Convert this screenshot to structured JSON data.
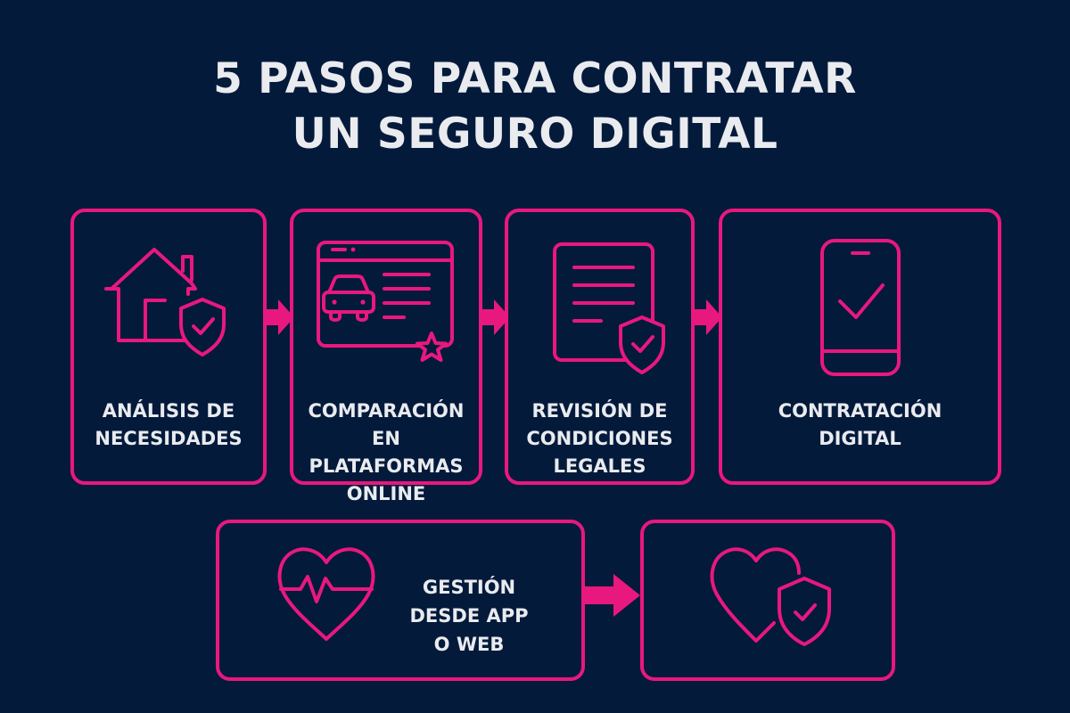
{
  "title": {
    "line1": "5 PASOS PARA CONTRATAR",
    "line2": "UN SEGURO DIGITAL"
  },
  "colors": {
    "background": "#031a3b",
    "accent": "#e8187e",
    "text": "#e9ebef"
  },
  "steps": [
    {
      "icon": "house-shield-icon",
      "label_lines": [
        "ANÁLISIS DE",
        "NECESIDADES"
      ]
    },
    {
      "icon": "browser-car-star-icon",
      "label_lines": [
        "COMPARACIÓN",
        "EN PLATAFORMAS",
        "ONLINE"
      ]
    },
    {
      "icon": "document-shield-icon",
      "label_lines": [
        "REVISIÓN DE",
        "CONDICIONES",
        "LEGALES"
      ]
    },
    {
      "icon": "smartphone-check-icon",
      "label_lines": [
        "CONTRATACIÓN",
        "DIGITAL"
      ]
    },
    {
      "icon": "heart-pulse-icon",
      "label_lines": [
        "GESTIÓN",
        "DESDE APP",
        "O WEB"
      ]
    },
    {
      "icon": "heart-shield-icon",
      "label_lines": []
    }
  ]
}
